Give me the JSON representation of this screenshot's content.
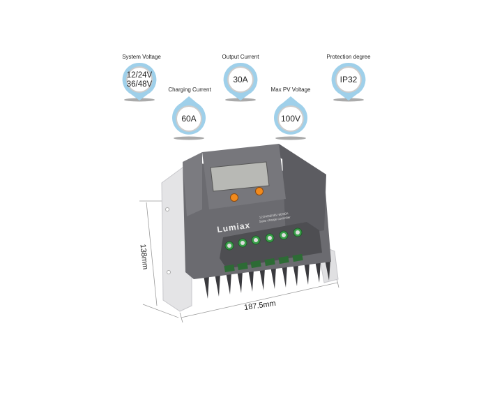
{
  "specs": [
    {
      "label": "System  Voltage",
      "value_lines": [
        "12/24V",
        "36/48V"
      ]
    },
    {
      "label": "Charging Current",
      "value_lines": [
        "60A"
      ]
    },
    {
      "label": "Output Current",
      "value_lines": [
        "30A"
      ]
    },
    {
      "label": "Max PV Voltage",
      "value_lines": [
        "100V"
      ]
    },
    {
      "label": "Protection degree",
      "value_lines": [
        "IP32"
      ]
    }
  ],
  "device": {
    "brand": "Lumiax",
    "model_line": "12/24/36/48V  60/30A",
    "type_line": "Solar charge controller"
  },
  "dimensions": {
    "height": "138mm",
    "width": "187.5mm"
  },
  "colors": {
    "pin_blue": "#9fd0ea",
    "body_grey": "#6b6b70",
    "button_orange": "#f28a1c",
    "terminal_green": "#3aa04a"
  }
}
